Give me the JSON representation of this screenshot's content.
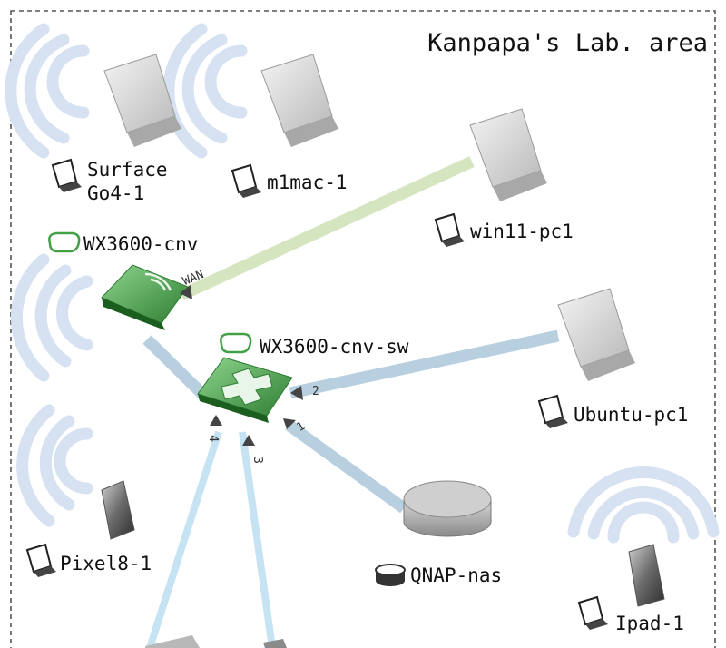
{
  "area": {
    "title": "Kanpapa's Lab. area"
  },
  "devices": {
    "surface": {
      "label_line1": "Surface",
      "label_line2": "Go4-1"
    },
    "m1mac": {
      "label": "m1mac-1"
    },
    "win11": {
      "label": "win11-pc1"
    },
    "router": {
      "label": "WX3600-cnv"
    },
    "switch": {
      "label": "WX3600-cnv-sw"
    },
    "ubuntu": {
      "label": "Ubuntu-pc1"
    },
    "pixel8": {
      "label": "Pixel8-1"
    },
    "nas": {
      "label": "QNAP-nas"
    },
    "ipad": {
      "label": "Ipad-1"
    }
  },
  "ports": {
    "wan": "WAN",
    "p1": "1",
    "p2": "2",
    "p3": "3",
    "p4": "4"
  },
  "colors": {
    "wan_link": "#d5e5c0",
    "lan_link": "#b8cfe0",
    "phone_link": "#c5e3f2",
    "wifi_arc": "#d6e2f2",
    "device_green": "#43a047",
    "border_dash": "#555555"
  }
}
